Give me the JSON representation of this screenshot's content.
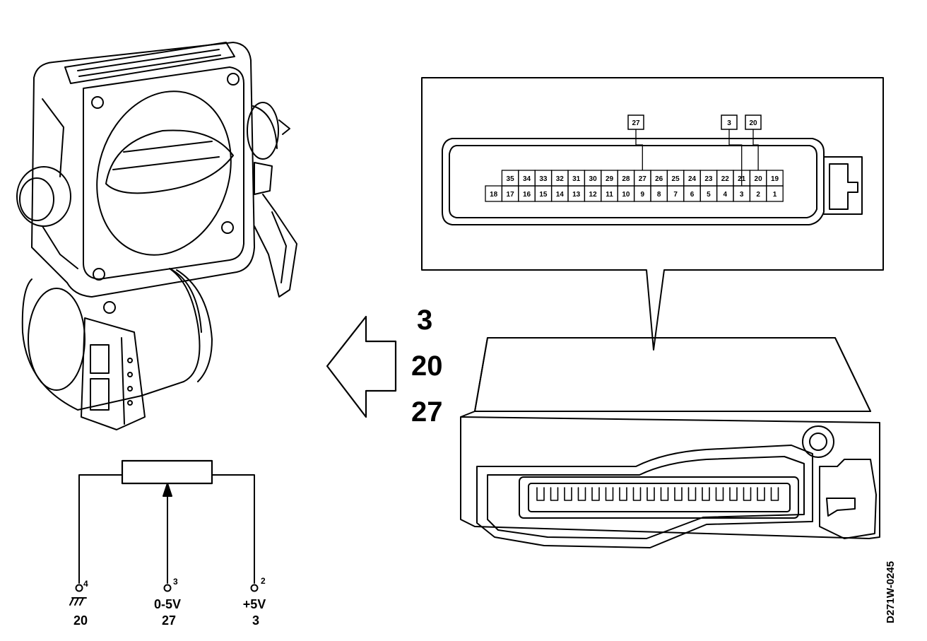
{
  "connector": {
    "top_row": [
      "35",
      "34",
      "33",
      "32",
      "31",
      "30",
      "29",
      "28",
      "27",
      "26",
      "25",
      "24",
      "23",
      "22",
      "21",
      "20",
      "19"
    ],
    "bottom_row": [
      "18",
      "17",
      "16",
      "15",
      "14",
      "13",
      "12",
      "11",
      "10",
      "9",
      "8",
      "7",
      "6",
      "5",
      "4",
      "3",
      "2",
      "1"
    ],
    "callouts": [
      "27",
      "3",
      "20"
    ]
  },
  "arrow_labels": [
    "3",
    "20",
    "27"
  ],
  "schematic": {
    "pins": [
      {
        "number": "4",
        "signal": "",
        "ecu_pin": "20",
        "ground_icon": "ground-icon"
      },
      {
        "number": "3",
        "signal": "0-5V",
        "ecu_pin": "27"
      },
      {
        "number": "2",
        "signal": "+5V",
        "ecu_pin": "3"
      }
    ]
  },
  "reference_code": "D271W-0245"
}
